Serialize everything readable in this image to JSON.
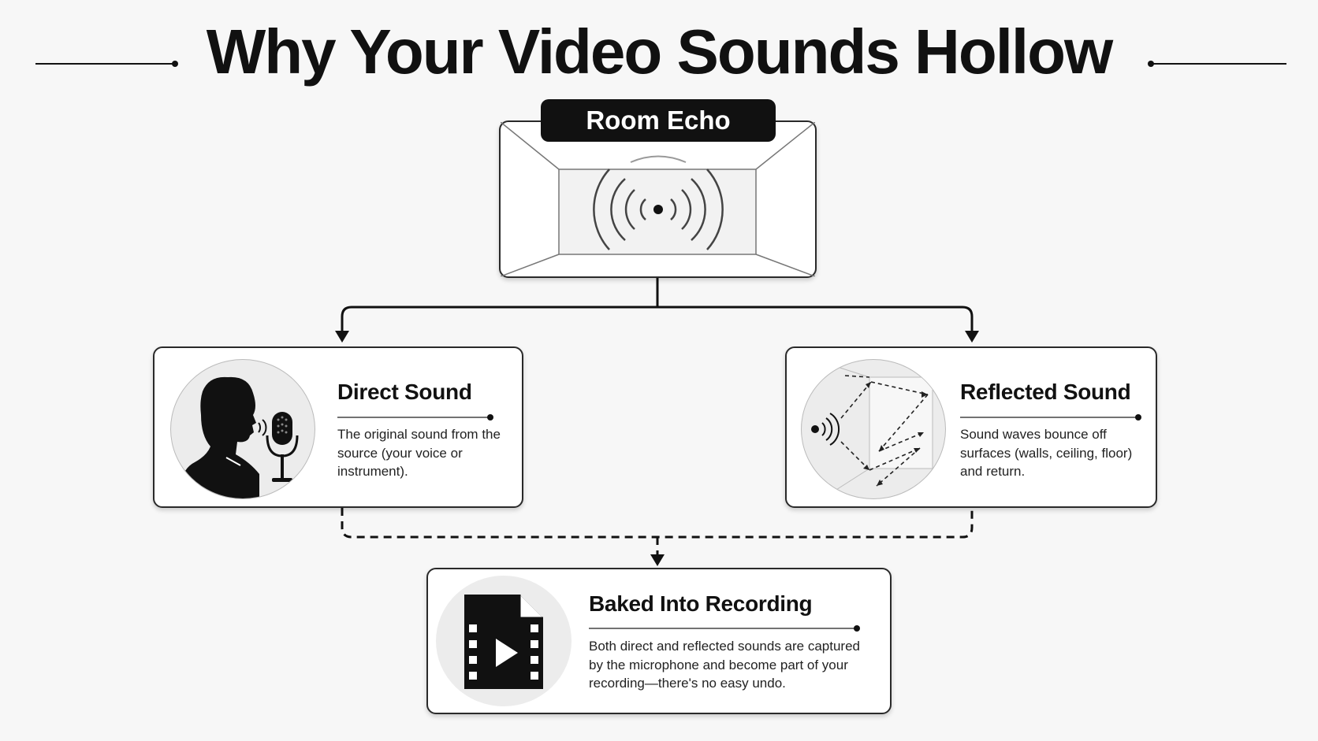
{
  "title": "Why Your Video Sounds Hollow",
  "room": {
    "label": "Room Echo",
    "icon": "sound-waves-icon"
  },
  "direct": {
    "title": "Direct Sound",
    "description": "The original sound from the source (your voice or instrument).",
    "icon": "person-speaking-microphone-icon"
  },
  "reflected": {
    "title": "Reflected Sound",
    "description": "Sound waves bounce off surfaces (walls, ceiling, floor) and return.",
    "icon": "sound-reflection-icon"
  },
  "baked": {
    "title": "Baked Into Recording",
    "description": "Both direct and reflected sounds are captured by the microphone and become part of your recording—there's no easy undo.",
    "icon": "video-file-icon"
  }
}
